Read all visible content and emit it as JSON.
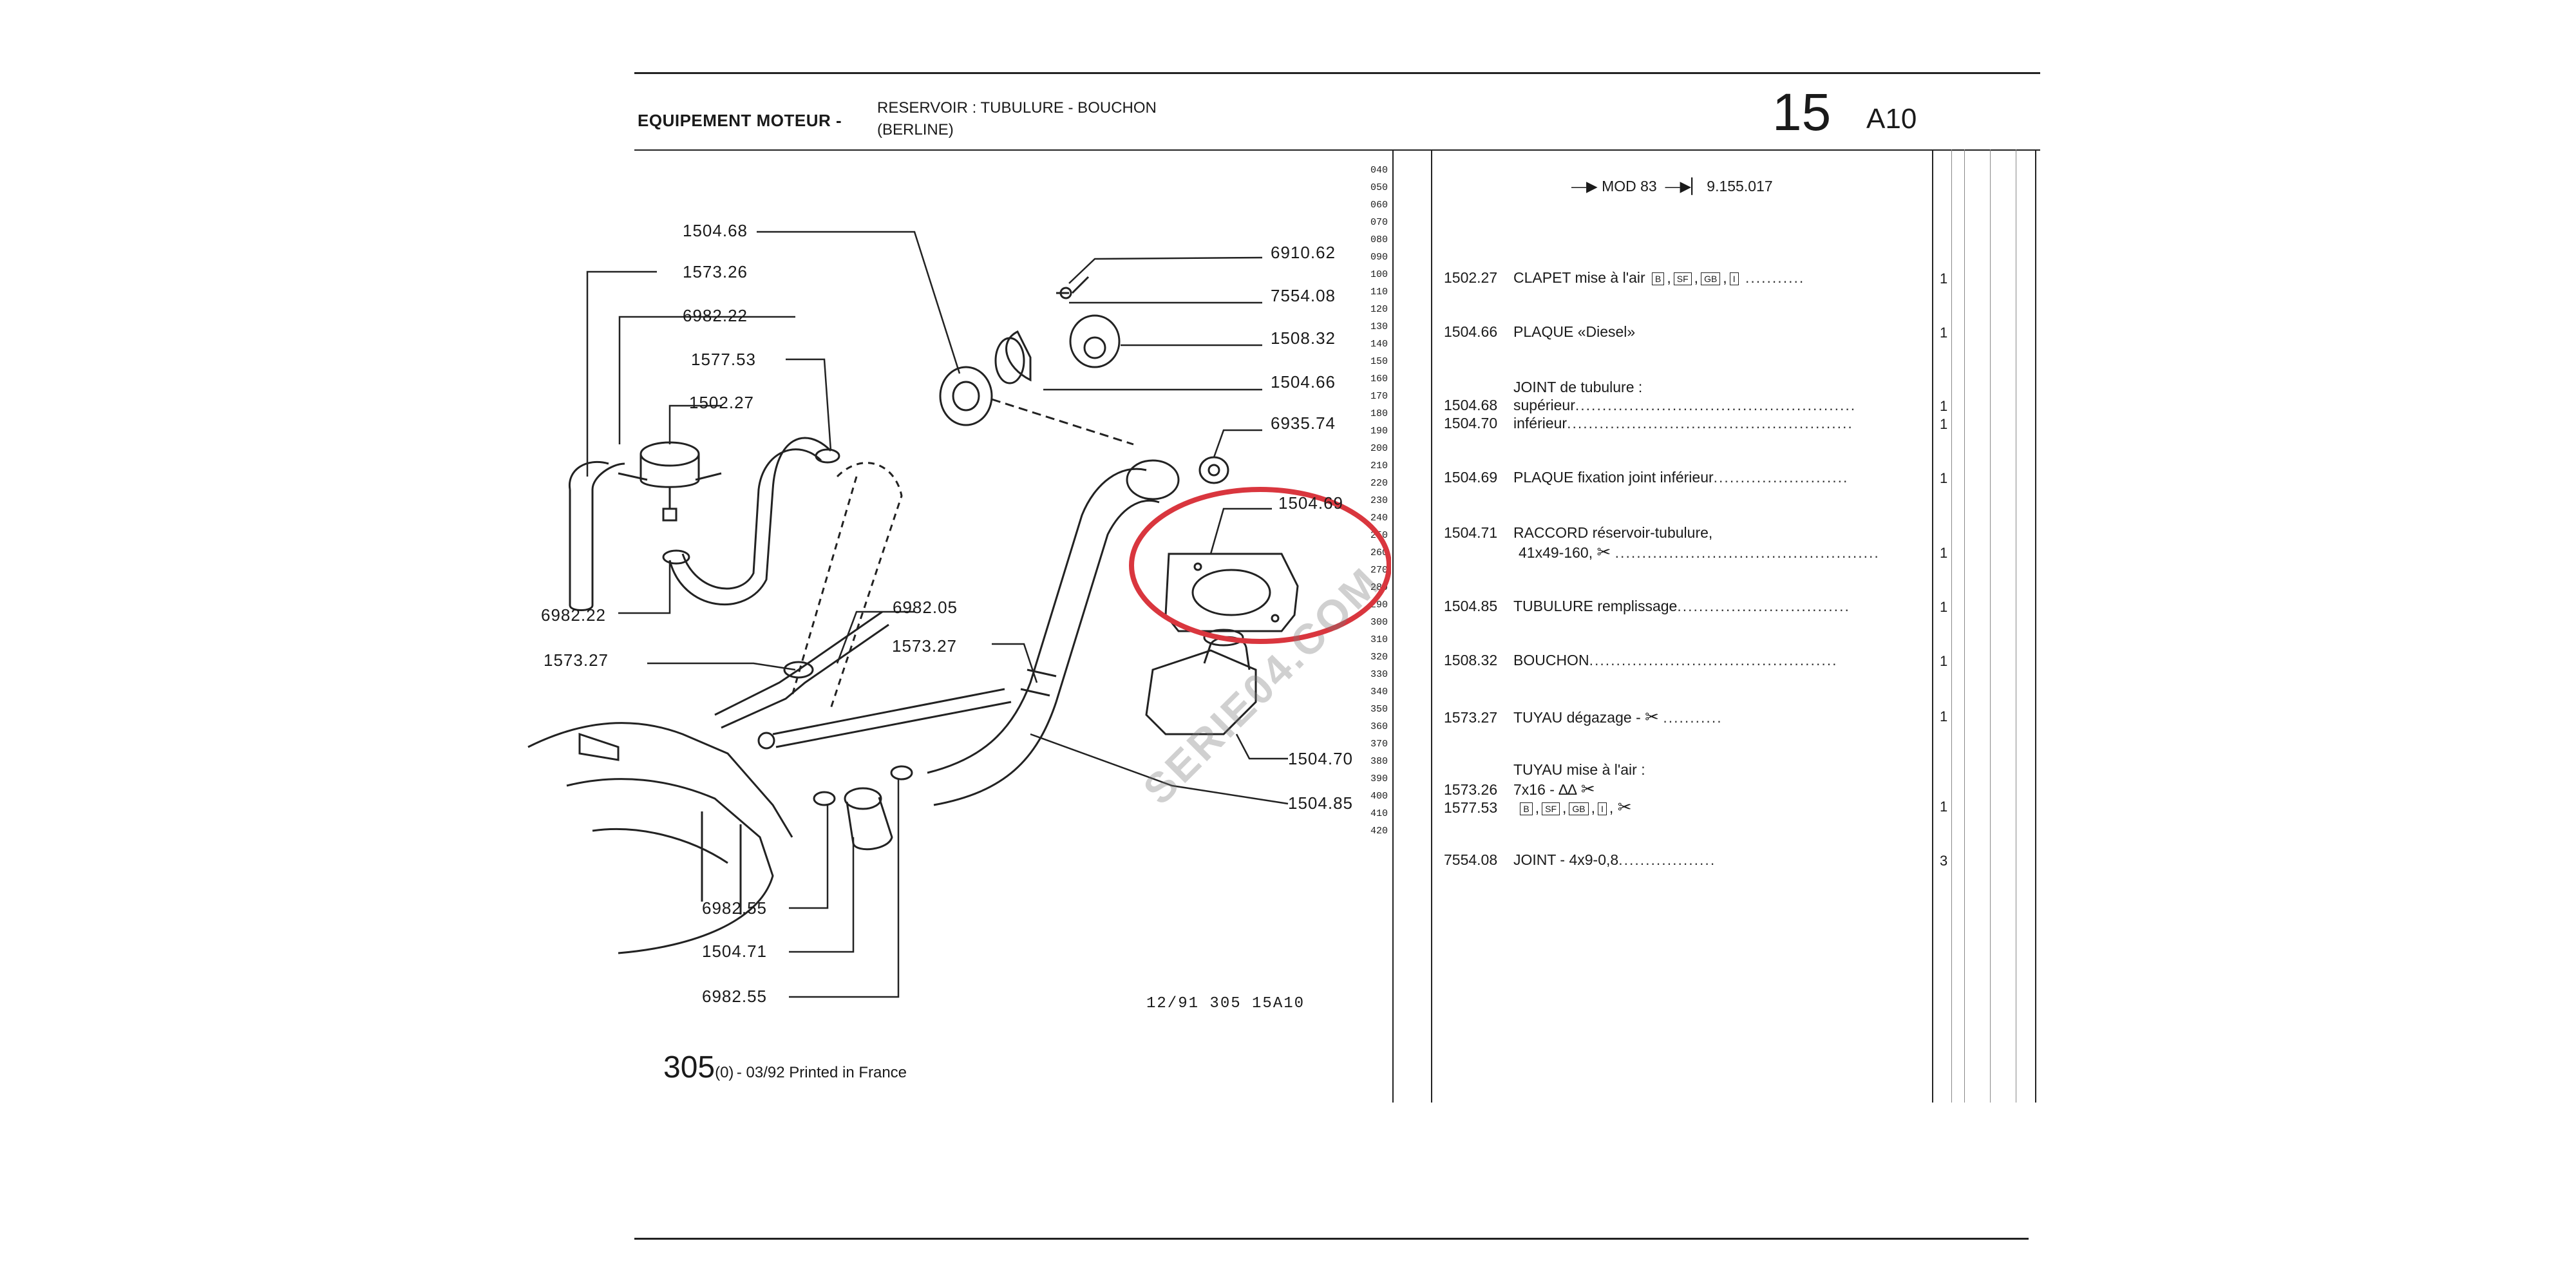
{
  "header": {
    "section": "EQUIPEMENT MOTEUR -",
    "subtitle_line1": "RESERVOIR : TUBULURE - BOUCHON",
    "subtitle_line2": "(BERLINE)",
    "group_number": "15",
    "group_code": "A10"
  },
  "diagram": {
    "callouts": [
      "1504.68",
      "1573.26",
      "6982.22",
      "1577.53",
      "1502.27",
      "6982.22",
      "1573.27",
      "6982.05",
      "1573.27",
      "6982.55",
      "1504.71",
      "6982.55",
      "6910.62",
      "7554.08",
      "1508.32",
      "1504.66",
      "6935.74",
      "1504.69",
      "1504.70",
      "1504.85"
    ],
    "ref_code": "12/91 305 15A10",
    "watermark": "SERIE04.COM"
  },
  "index_numbers": [
    "040",
    "050",
    "060",
    "070",
    "080",
    "090",
    "100",
    "110",
    "120",
    "130",
    "140",
    "150",
    "160",
    "170",
    "180",
    "190",
    "200",
    "210",
    "220",
    "230",
    "240",
    "250",
    "260",
    "270",
    "280",
    "290",
    "300",
    "310",
    "320",
    "330",
    "340",
    "350",
    "360",
    "370",
    "380",
    "390",
    "400",
    "410",
    "420"
  ],
  "parts_list": {
    "applicability_from": "MOD 83",
    "applicability_to": "9.155.017",
    "options": [
      "B",
      "SF",
      "GB",
      "I"
    ],
    "rows": [
      {
        "ref": "1502.27",
        "desc": "CLAPET mise à l'air",
        "qty": "1"
      },
      {
        "ref": "1504.66",
        "desc": "PLAQUE «Diesel»",
        "qty": "1"
      },
      {
        "ref": "",
        "desc": "JOINT de tubulure :",
        "qty": ""
      },
      {
        "ref": "1504.68",
        "desc": "supérieur",
        "qty": "1"
      },
      {
        "ref": "1504.70",
        "desc": "inférieur",
        "qty": "1"
      },
      {
        "ref": "1504.69",
        "desc": "PLAQUE fixation joint inférieur",
        "qty": "1"
      },
      {
        "ref": "1504.71",
        "desc": "RACCORD réservoir-tubulure,",
        "qty": ""
      },
      {
        "ref": "",
        "desc": "41x49-160,",
        "qty": "1"
      },
      {
        "ref": "1504.85",
        "desc": "TUBULURE remplissage",
        "qty": "1"
      },
      {
        "ref": "1508.32",
        "desc": "BOUCHON",
        "qty": "1"
      },
      {
        "ref": "1573.27",
        "desc": "TUYAU dégazage -",
        "qty": "1"
      },
      {
        "ref": "",
        "desc": "TUYAU mise à l'air :",
        "qty": ""
      },
      {
        "ref": "1573.26",
        "desc": "7x16 -",
        "qty": ""
      },
      {
        "ref": "1577.53",
        "desc": "",
        "qty": "1"
      },
      {
        "ref": "7554.08",
        "desc": "JOINT - 4x9-0,8",
        "qty": "3"
      }
    ]
  },
  "footer": {
    "model": "305",
    "model_sub": "(0)",
    "print_info": "- 03/92 Printed in France"
  },
  "colors": {
    "highlight_circle": "#d9363e",
    "ink": "#1a1a1a"
  }
}
